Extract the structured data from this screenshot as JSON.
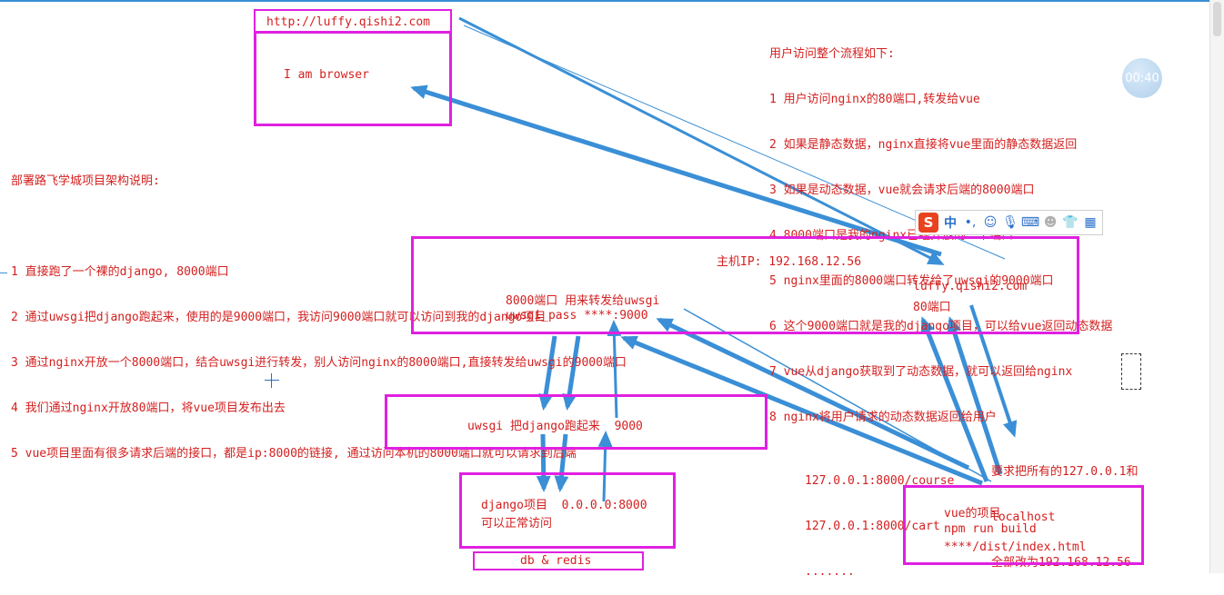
{
  "flow_notes": {
    "title": "用户访问整个流程如下:",
    "items": [
      "1 用户访问nginx的80端口,转发给vue",
      "2 如果是静态数据，nginx直接将vue里面的静态数据返回",
      "3 如果是动态数据，vue就会请求后端的8000端口",
      "4 8000端口是我的nginx已经开放的一个端口",
      "5 nginx里面的8000端口转发给了uwsgi的9000端口",
      "6 这个9000端口就是我的django项目，可以给vue返回动态数据",
      "7 vue从django获取到了动态数据，就可以返回给nginx",
      "8 nginx将用户请求的动态数据返回给用户"
    ]
  },
  "arch_notes": {
    "title": "部署路飞学城项目架构说明:",
    "items": [
      "1 直接跑了一个裸的django, 8000端口",
      "2 通过uwsgi把django跑起来，使用的是9000端口，我访问9000端口就可以访问到我的django项目",
      "3 通过nginx开放一个8000端口，结合uwsgi进行转发，别人访问nginx的8000端口,直接转发给uwsgi的9000端口",
      "4 我们通过nginx开放80端口，将vue项目发布出去",
      "5 vue项目里面有很多请求后端的接口，都是ip:8000的链接, 通过访问本机的8000端口就可以请求到后端"
    ]
  },
  "browser": {
    "url": "http://luffy.qishi2.com",
    "label": "I am browser"
  },
  "host": {
    "ip_label": "主机IP: 192.168.12.56",
    "nginx_8000_line1": "8000端口 用来转发给uwsgi",
    "nginx_8000_line2": "uwsgi_pass ****:9000",
    "domain_line1": "luffy.qishi2.com",
    "domain_line2": "80端口"
  },
  "uwsgi": {
    "label": "uwsgi 把django跑起来  9000"
  },
  "django": {
    "line1": "django项目  0.0.0.0:8000",
    "line2": "可以正常访问"
  },
  "db": {
    "label": "db & redis"
  },
  "api_urls": {
    "line1": "127.0.0.1:8000/course",
    "line2": "127.0.0.1:8000/cart",
    "line3": "......."
  },
  "requirement": {
    "line1": "要求把所有的127.0.0.1和",
    "line2": "localhost",
    "line3": "全部改为192.168.12.56"
  },
  "vue": {
    "line1": "vue的项目",
    "line2": "npm run build",
    "line3": "****/dist/index.html"
  },
  "timer": {
    "label": "00:40"
  },
  "ime_toolbar": {
    "logo": "S",
    "lang": "中",
    "icons": [
      "punctuation-icon",
      "emoji-icon",
      "microphone-icon",
      "keyboard-icon",
      "user-icon",
      "skin-icon",
      "toolbox-icon"
    ]
  },
  "colors": {
    "box_border": "#e020e0",
    "text": "#d42020",
    "arrow": "#3a8fd6"
  }
}
